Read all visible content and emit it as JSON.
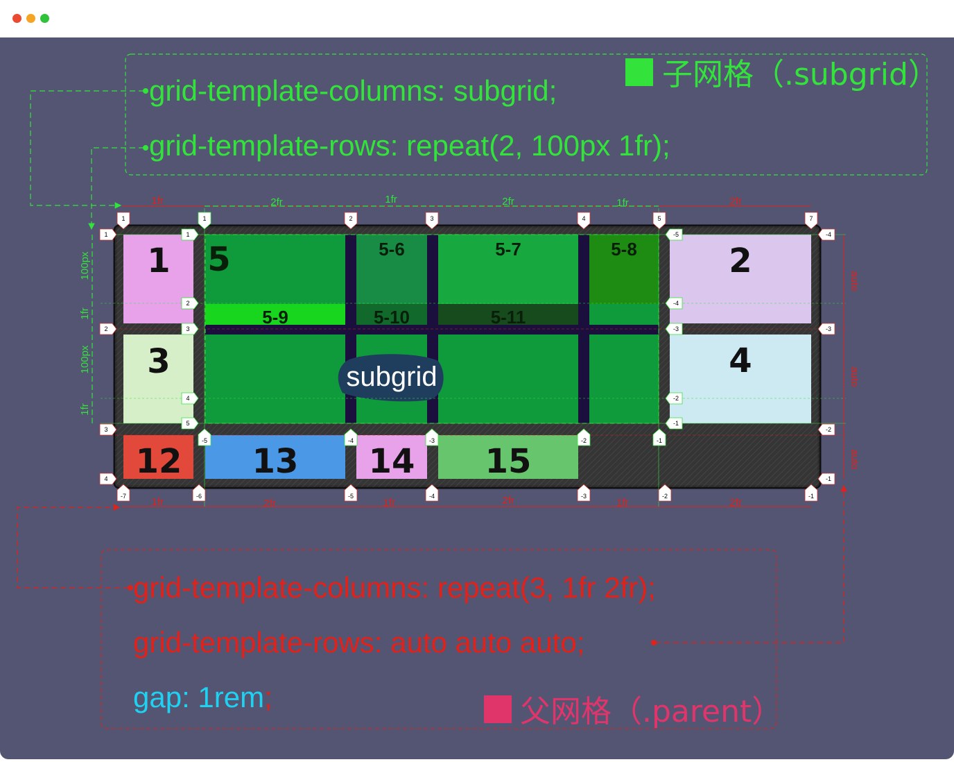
{
  "titlebar": {
    "dots": [
      "#ea4a2f",
      "#f5a524",
      "#2fc23a"
    ]
  },
  "colors": {
    "canvas": "#535573",
    "subgrid_green": "#33e33c",
    "parent_red": "#e0221b",
    "gap_cyan": "#1fd2f2",
    "child_label": "#e0356b"
  },
  "subgrid_code": {
    "line1": "grid-template-columns:  subgrid;",
    "line2": "grid-template-rows: repeat(2, 100px  1fr);",
    "legend": "子网格（.subgrid）"
  },
  "parent_code": {
    "line1": "grid-template-columns: repeat(3,  1fr  2fr);",
    "line2_prop": "grid-template-rows: auto   auto   auto",
    "line2_semi": ";",
    "line3_prop": "gap: 1rem",
    "line3_semi": ";",
    "legend": "父网格（.parent）"
  },
  "top_tracks": [
    "1fr",
    "2fr",
    "1fr",
    "2fr",
    "1fr",
    "2fr"
  ],
  "bottom_tracks": [
    "1fr",
    "2fr",
    "1fr",
    "2fr",
    "1fr",
    "2fr"
  ],
  "left_tracks": [
    "100px",
    "1fr",
    "100px",
    "1fr"
  ],
  "right_tracks": [
    "auto",
    "auto",
    "auto"
  ],
  "items": {
    "i1": "1",
    "i2": "2",
    "i3": "3",
    "i4": "4",
    "i5": "5",
    "i5_6": "5-6",
    "i5_7": "5-7",
    "i5_8": "5-8",
    "i5_9": "5-9",
    "i5_10": "5-10",
    "i5_11": "5-11",
    "i12": "12",
    "i13": "13",
    "i14": "14",
    "i15": "15",
    "subgrid_label": "subgrid"
  },
  "parent_top_markers": [
    "1",
    "2",
    "3",
    "4",
    "5",
    "7"
  ],
  "parent_bottom_markers": [
    "-7",
    "-6",
    "-5",
    "-4",
    "-3",
    "-2",
    "-1"
  ],
  "parent_left_markers": [
    "1",
    "2",
    "3",
    "4"
  ],
  "parent_right_markers": [
    "-4",
    "-3",
    "-2",
    "-1"
  ],
  "sub_col_top_markers": [
    "1",
    "2",
    "3",
    "4",
    "5"
  ],
  "sub_col_bottom_markers": [
    "-5",
    "-4",
    "-3",
    "-2",
    "-1"
  ],
  "sub_row_left_markers": [
    "1",
    "2",
    "3",
    "4",
    "5"
  ],
  "sub_row_right_markers": [
    "-5",
    "-4",
    "-3",
    "-2",
    "-1"
  ]
}
